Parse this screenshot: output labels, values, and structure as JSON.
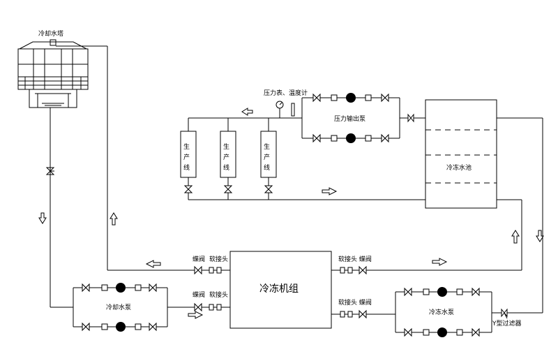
{
  "labels": {
    "cooling_tower": "冷却水塔",
    "pressure_gauge_thermometer": "压力表、温度计",
    "pressure_output_pump": "压力输出泵",
    "cold_water_tank": "冷冻水池",
    "production_line": "生产线",
    "chiller_unit": "冷冻机组",
    "cooling_water_pump": "冷却水泵",
    "chilled_water_pump": "冷冻水泵",
    "y_strainer": "Y型过滤器",
    "butterfly_valve": "蝶阀",
    "flexible_joint": "软接头",
    "flexible_joint_butterfly_valve": "软接头 蝶阀"
  }
}
